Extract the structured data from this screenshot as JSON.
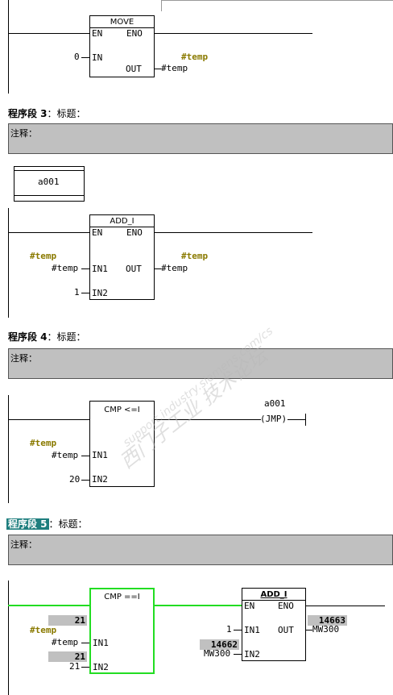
{
  "ui": {
    "title": "程序段 3",
    "title_suffix": "：标题：",
    "comment_label": "注释："
  },
  "net2": {
    "box_title": "MOVE",
    "en": "EN",
    "eno": "ENO",
    "in_value": "0",
    "in_pin": "IN",
    "out_pin": "OUT",
    "out_symbol": "#temp",
    "out_operand": "#temp"
  },
  "net3": {
    "title": "程序段 3",
    "title_suffix": "：标题：",
    "comment": "注释：",
    "label": "a001",
    "box_title": "ADD_I",
    "en": "EN",
    "eno": "ENO",
    "in1_symbol": "#temp",
    "in1_operand": "#temp",
    "in1_pin": "IN1",
    "in2_value": "1",
    "in2_pin": "IN2",
    "out_pin": "OUT",
    "out_symbol": "#temp",
    "out_operand": "#temp"
  },
  "net4": {
    "title": "程序段 4",
    "title_suffix": "：标题：",
    "comment": "注释：",
    "box_title": "CMP <=I",
    "in1_symbol": "#temp",
    "in1_operand": "#temp",
    "in1_pin": "IN1",
    "in2_value": "20",
    "in2_pin": "IN2",
    "jmp_label": "a001",
    "jmp_coil": "(JMP)"
  },
  "net5": {
    "title": "程序段 5",
    "title_suffix": "：标题：",
    "comment": "注释：",
    "cmp_title": "CMP ==I",
    "status_in1": "21",
    "in1_symbol": "#temp",
    "in1_operand": "#temp",
    "in1_pin": "IN1",
    "status_in2": "21",
    "in2_value": "21",
    "in2_pin": "IN2",
    "add_title": "ADD_I",
    "en": "EN",
    "eno": "ENO",
    "add_in1_value": "1",
    "add_in1_pin": "IN1",
    "add_status_in2": "14662",
    "add_in2_operand": "MW300",
    "add_in2_pin": "IN2",
    "add_out_pin": "OUT",
    "add_status_out": "14663",
    "add_out_operand": "MW300"
  },
  "watermark": {
    "line1": "西门子工业  技术论坛",
    "line2": "support.industry.siemens.com/cs"
  },
  "colors": {
    "power_flow": "#22dd22",
    "status_bg": "#c0c0c0",
    "symbol": "#8a7a00",
    "segment_highlight": "#1e7e7e"
  }
}
